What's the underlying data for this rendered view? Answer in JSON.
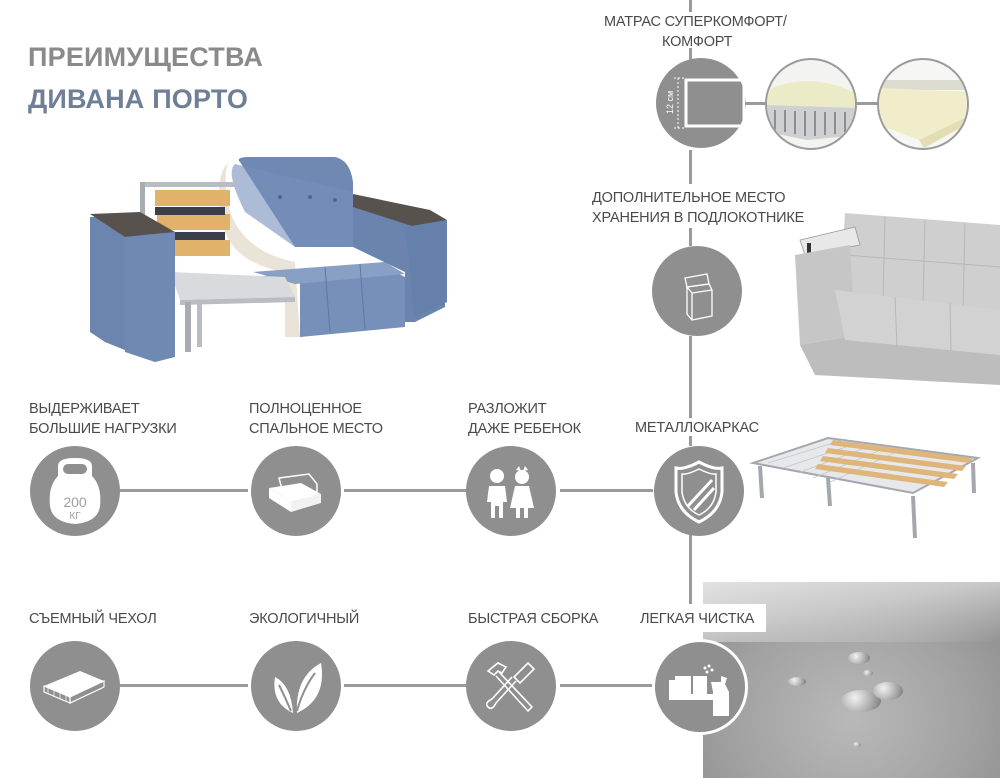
{
  "header": {
    "title_line1": "ПРЕИМУЩЕСТВА",
    "title_line2": "ДИВАНА ПОРТО"
  },
  "colors": {
    "circle_fill": "#8f8f8f",
    "line": "#9a9a9a",
    "title_gray": "#8a8a8a",
    "title_blue": "#6e7f96",
    "sofa_blue": "#6c86b0"
  },
  "vertical_features": [
    {
      "id": "mattress",
      "label_line1": "МАТРАС СУПЕРКОМФОРТ/",
      "label_line2": "КОМФОРТ",
      "icon": "mattress-thickness-icon",
      "icon_text": "12 см"
    },
    {
      "id": "storage",
      "label_line1": "ДОПОЛНИТЕЛЬНОЕ МЕСТО",
      "label_line2": "ХРАНЕНИЯ В ПОДЛОКОТНИКЕ",
      "icon": "storage-box-icon"
    }
  ],
  "row1": [
    {
      "id": "load",
      "label_line1": "ВЫДЕРЖИВАЕТ",
      "label_line2": "БОЛЬШИЕ НАГРУЗКИ",
      "icon": "kettlebell-icon",
      "icon_text1": "200",
      "icon_text2": "КГ"
    },
    {
      "id": "sleep",
      "label_line1": "ПОЛНОЦЕННОЕ",
      "label_line2": "СПАЛЬНОЕ МЕСТО",
      "icon": "bed-icon"
    },
    {
      "id": "child",
      "label_line1": "РАЗЛОЖИТ",
      "label_line2": "ДАЖЕ РЕБЕНОК",
      "icon": "children-icon"
    },
    {
      "id": "frame",
      "label_line1": "МЕТАЛЛОКАРКАС",
      "label_line2": "",
      "icon": "shield-icon"
    }
  ],
  "row2": [
    {
      "id": "cover",
      "label": "СЪЕМНЫЙ ЧЕХОЛ",
      "icon": "removable-cover-icon"
    },
    {
      "id": "eco",
      "label": "ЭКОЛОГИЧНЫЙ",
      "icon": "leaf-icon"
    },
    {
      "id": "assembly",
      "label": "БЫСТРАЯ СБОРКА",
      "icon": "tools-icon"
    },
    {
      "id": "clean",
      "label": "ЛЕГКАЯ ЧИСТКА",
      "icon": "cleaning-spray-icon"
    }
  ]
}
